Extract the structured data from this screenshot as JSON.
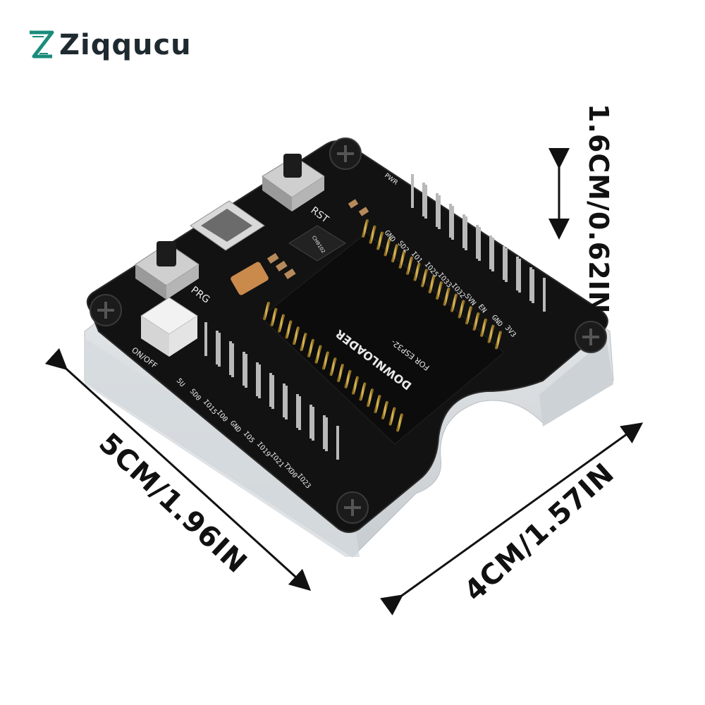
{
  "brand": {
    "name": "Ziqqucu",
    "z_color": "#1a8c7a",
    "text_color": "#1f2a30"
  },
  "dimensions": {
    "height": "1.6CM/0.62IN",
    "length": "5CM/1.96IN",
    "width": "4CM/1.57IN"
  },
  "board": {
    "title": "DOWNLOADER",
    "subtitle": "FOR ESP32-",
    "buttons": {
      "reset": "RST",
      "program": "PRG"
    },
    "switch_label": "ON/OFF",
    "power_label": "PWR",
    "ic_marking": "CH9102",
    "left_pins": [
      "5U",
      "SD0",
      "IO15",
      "IO0",
      "GND",
      "IO5",
      "IO19",
      "IO21",
      "TXD0",
      "IO23"
    ],
    "right_pins": [
      "GND",
      "SD2",
      "IO1",
      "IO25",
      "IO33",
      "IO32",
      "SVN",
      "EN",
      "GND",
      "3V3"
    ],
    "colors": {
      "pcb": "#111111",
      "gold": "#c9a13a",
      "base": "#dfe3e6",
      "silk": "#e8e8e8"
    }
  }
}
